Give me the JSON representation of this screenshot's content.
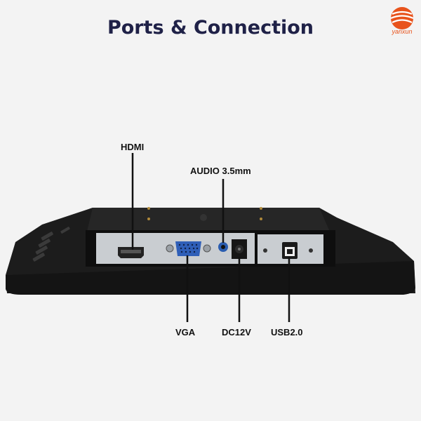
{
  "header": {
    "title": "Ports & Connection"
  },
  "brand": {
    "name": "yanxun",
    "color": "#e8531c"
  },
  "colors": {
    "title": "#1f2147",
    "background": "#f3f3f3",
    "monitor_body": "#1a1a1a",
    "port_plate": "#c9cdd1",
    "vga_blue": "#2f5fb8"
  },
  "ports": {
    "hdmi": "HDMI",
    "audio": "AUDIO 3.5mm",
    "vga": "VGA",
    "dc": "DC12V",
    "usb": "USB2.0"
  }
}
